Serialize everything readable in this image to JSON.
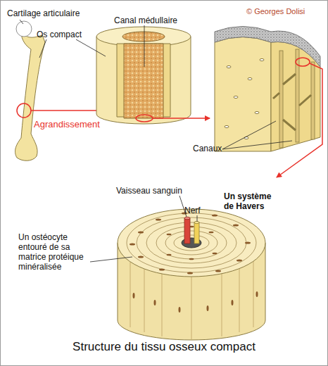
{
  "diagram": {
    "caption": "Structure du tissu osseux compact",
    "labels": [
      "© Georges Dolisi",
      "Cartilage articulaire",
      "Os compact",
      "Canal médullaire",
      "Agrandissement",
      "Canaux",
      "Vaisseau sanguin",
      "Nerf",
      "Un système de Havers",
      "Un ostéocyte entouré de sa matrice protéique minéralisée"
    ]
  }
}
